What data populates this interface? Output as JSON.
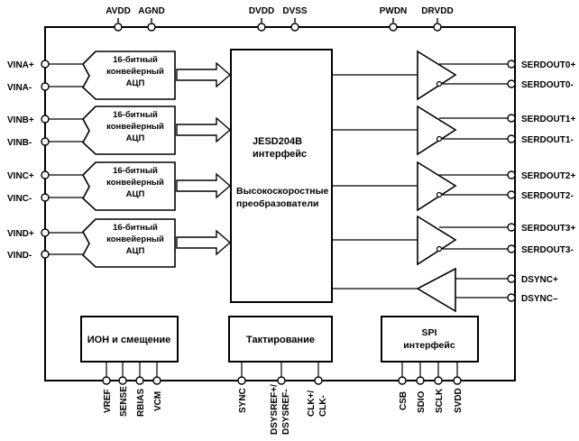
{
  "top_pins": [
    "AVDD",
    "AGND",
    "DVDD",
    "DVSS",
    "PWDN",
    "DRVDD"
  ],
  "inputs": [
    {
      "pos": "VINA+",
      "neg": "VINA-"
    },
    {
      "pos": "VINB+",
      "neg": "VINB-"
    },
    {
      "pos": "VINC+",
      "neg": "VINC-"
    },
    {
      "pos": "VIND+",
      "neg": "VIND-"
    }
  ],
  "adc_label": [
    "16-битный",
    "конвейерный",
    "АЦП"
  ],
  "jesd": {
    "title": [
      "JESD204B",
      "интерфейс"
    ],
    "subtitle": [
      "Высокоскоростные",
      "преобразователи"
    ]
  },
  "outputs": [
    {
      "pos": "SERDOUT0+",
      "neg": "SERDOUT0-"
    },
    {
      "pos": "SERDOUT1+",
      "neg": "SERDOUT1-"
    },
    {
      "pos": "SERDOUT2+",
      "neg": "SERDOUT2-"
    },
    {
      "pos": "SERDOUT3+",
      "neg": "SERDOUT3-"
    }
  ],
  "dsync": {
    "pos": "DSYNC+",
    "neg": "DSYNC–"
  },
  "bottom_blocks": {
    "ref": "ИОН и смещение",
    "clock": "Тактирование",
    "spi": [
      "SPI",
      "интерфейс"
    ]
  },
  "bottom_pins": {
    "ref": [
      "VREF",
      "SENSE",
      "RBIAS",
      "VCM"
    ],
    "clock": [
      "SYNC",
      "DSYSREF+/\nDSYSREF-",
      "CLK+/\nCLK-"
    ],
    "spi": [
      "CSB",
      "SDIO",
      "SCLK",
      "SVDD"
    ]
  }
}
